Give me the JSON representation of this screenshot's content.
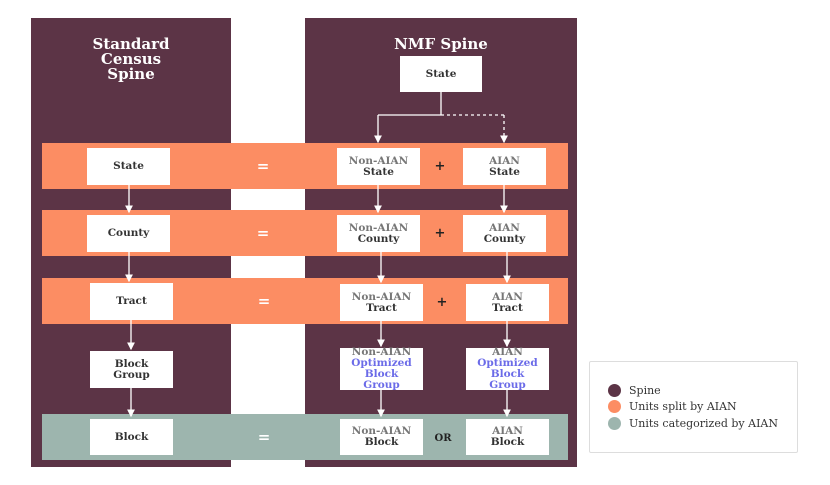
{
  "columns": {
    "left_title": "Standard\nCensus\nSpine",
    "right_title": "NMF Spine"
  },
  "top_state": "State",
  "rows": [
    {
      "left": "State",
      "op": "=",
      "a_prefix": "Non-AIAN",
      "a_main": "State",
      "mid": "+",
      "b_prefix": "AIAN",
      "b_main": "State"
    },
    {
      "left": "County",
      "op": "=",
      "a_prefix": "Non-AIAN",
      "a_main": "County",
      "mid": "+",
      "b_prefix": "AIAN",
      "b_main": "County"
    },
    {
      "left": "Tract",
      "op": "=",
      "a_prefix": "Non-AIAN",
      "a_main": "Tract",
      "mid": "+",
      "b_prefix": "AIAN",
      "b_main": "Tract"
    },
    {
      "left": "Block\nGroup",
      "op": "",
      "a_prefix": "Non-AIAN",
      "a_main": "Optimized\nBlock\nGroup",
      "mid": "",
      "b_prefix": "AIAN",
      "b_main": "Optimized\nBlock\nGroup"
    },
    {
      "left": "Block",
      "op": "=",
      "a_prefix": "Non-AIAN",
      "a_main": "Block",
      "mid": "OR",
      "b_prefix": "AIAN",
      "b_main": "Block"
    }
  ],
  "legend": [
    {
      "label": "Spine",
      "color": "#5c3446"
    },
    {
      "label": "Units split by AIAN",
      "color": "#fc8d63"
    },
    {
      "label": "Units categorized by AIAN",
      "color": "#9db5ae"
    }
  ],
  "colors": {
    "spine": "#5c3446",
    "split": "#fc8d63",
    "categorized": "#9db5ae",
    "optimized_text": "#6b6be8"
  }
}
